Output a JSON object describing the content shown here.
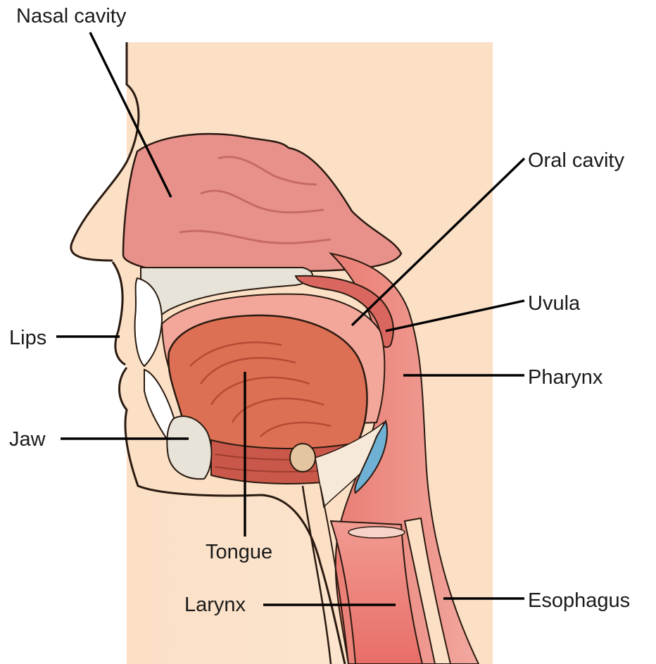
{
  "labels": {
    "nasal_cavity": "Nasal cavity",
    "oral_cavity": "Oral cavity",
    "uvula": "Uvula",
    "lips": "Lips",
    "pharynx": "Pharynx",
    "jaw": "Jaw",
    "tongue": "Tongue",
    "larynx": "Larynx",
    "esophagus": "Esophagus"
  },
  "colors": {
    "skin": "#fbe0c6",
    "skin_outline": "#2a1a10",
    "nasal_tissue": "#e8918a",
    "nasal_fold": "#c76a66",
    "mouth_lining": "#f2a79a",
    "tongue": "#dd6f54",
    "tongue_dark": "#b84a36",
    "bone": "#e7e3d8",
    "pharynx": "#ef8f86",
    "cartilage_blue": "#6fb1d4",
    "leader": "#000000",
    "label_text": "#1a1a1a"
  }
}
